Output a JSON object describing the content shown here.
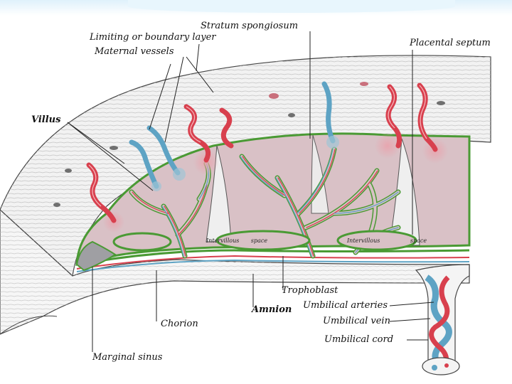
{
  "labels": {
    "stratum_spongiosum": "Stratum spongiosum",
    "limiting_layer": "Limiting or boundary layer",
    "maternal_vessels": "Maternal vessels",
    "placental_septum": "Placental septum",
    "villus": "Villus",
    "trophoblast": "Trophoblast",
    "amnion": "Amnion",
    "umbilical_arteries": "Umbilical arteries",
    "umbilical_vein": "Umbilical vein",
    "umbilical_cord": "Umbilical cord",
    "chorion": "Chorion",
    "marginal_sinus": "Marginal sinus",
    "intervillous_space_left_a": "Intervillous",
    "intervillous_space_left_b": "space",
    "intervillous_space_right_a": "Intervillous",
    "intervillous_space_right_b": "space"
  },
  "colors": {
    "artery": "#d8404e",
    "vein": "#5ea3c4",
    "villus_outline": "#4a9a34",
    "intervillous_fill": "#d9c1c6",
    "decidua": "#f1f1f1",
    "line": "#333333"
  }
}
